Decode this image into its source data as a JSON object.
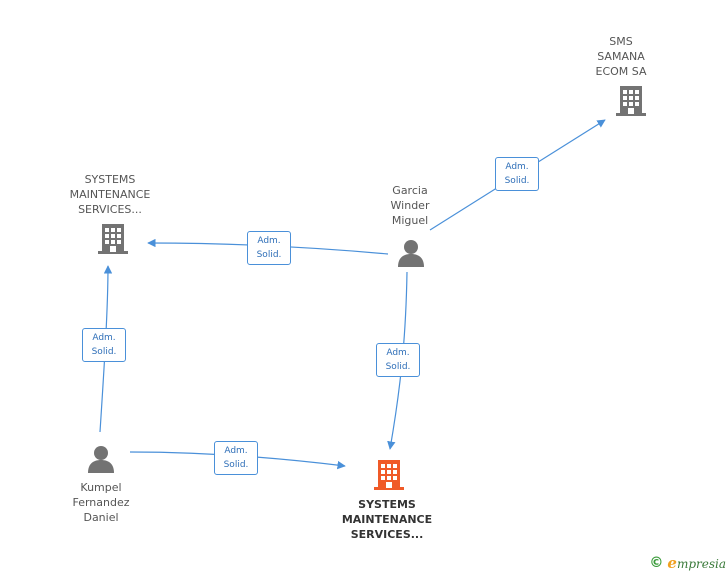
{
  "nodes": {
    "sms_samana": {
      "label": "SMS\nSAMANA\nECOM SA",
      "type": "company",
      "color": "#737373"
    },
    "systems_left": {
      "label": "SYSTEMS\nMAINTENANCE\nSERVICES...",
      "type": "company",
      "color": "#737373"
    },
    "garcia": {
      "label": "Garcia\nWinder\nMiguel",
      "type": "person",
      "color": "#737373"
    },
    "kumpel": {
      "label": "Kumpel\nFernandez\nDaniel",
      "type": "person",
      "color": "#737373"
    },
    "systems_main": {
      "label": "SYSTEMS\nMAINTENANCE\nSERVICES...",
      "type": "company",
      "color": "#f05a28"
    }
  },
  "edges": [
    {
      "from": "garcia",
      "to": "sms_samana",
      "label": "Adm.\nSolid."
    },
    {
      "from": "garcia",
      "to": "systems_left",
      "label": "Adm.\nSolid."
    },
    {
      "from": "garcia",
      "to": "systems_main",
      "label": "Adm.\nSolid."
    },
    {
      "from": "kumpel",
      "to": "systems_left",
      "label": "Adm.\nSolid."
    },
    {
      "from": "kumpel",
      "to": "systems_main",
      "label": "Adm.\nSolid."
    }
  ],
  "colors": {
    "edge": "#4a90d9"
  },
  "footer": {
    "copyright": "©",
    "brand_initial": "e",
    "brand_rest": "mpresia"
  }
}
